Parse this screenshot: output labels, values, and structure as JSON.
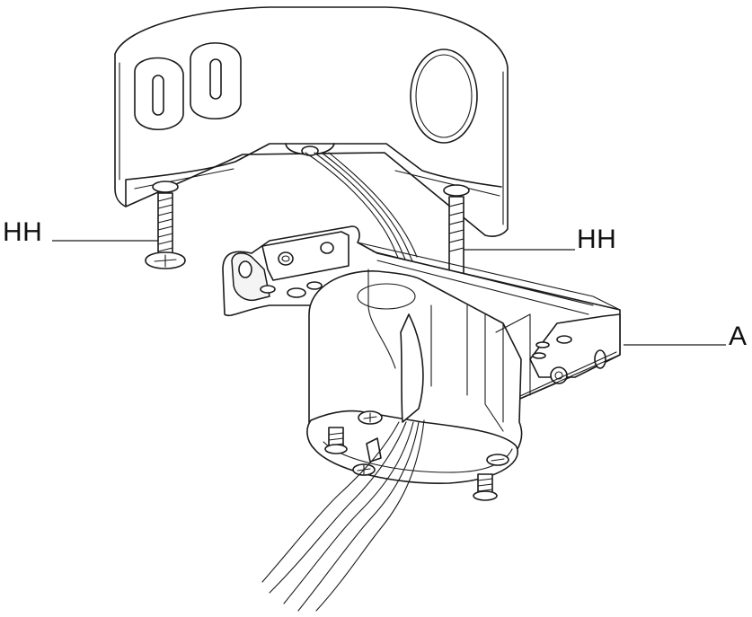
{
  "diagram": {
    "labels": {
      "screw_left": "HH",
      "screw_right": "HH",
      "bracket": "A"
    }
  }
}
